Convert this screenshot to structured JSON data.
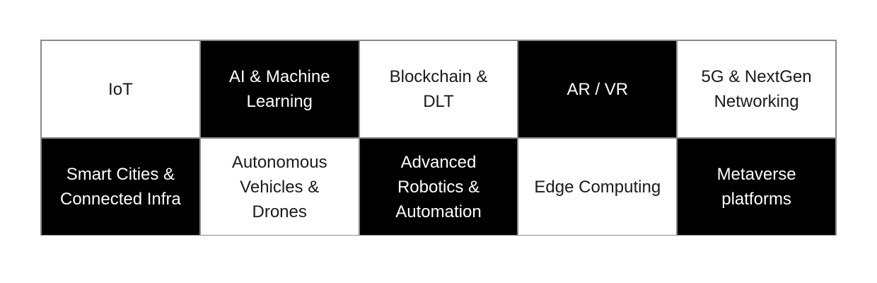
{
  "diagram": {
    "type": "checkerboard-grid",
    "columns": 5,
    "rows": 2,
    "colors": {
      "light_background": "#ffffff",
      "light_text": "#1a1a1a",
      "dark_background": "#000000",
      "dark_text": "#ffffff",
      "border": "#8a8a8a",
      "page_background": "#ffffff"
    },
    "cells": [
      {
        "label": "IoT",
        "style": "light",
        "row": 1,
        "col": 1
      },
      {
        "label": "AI & Machine\nLearning",
        "style": "dark",
        "row": 1,
        "col": 2
      },
      {
        "label": "Blockchain &\nDLT",
        "style": "light",
        "row": 1,
        "col": 3
      },
      {
        "label": "AR / VR",
        "style": "dark",
        "row": 1,
        "col": 4
      },
      {
        "label": "5G & NextGen\nNetworking",
        "style": "light",
        "row": 1,
        "col": 5
      },
      {
        "label": "Smart Cities &\nConnected Infra",
        "style": "dark",
        "row": 2,
        "col": 1
      },
      {
        "label": "Autonomous\nVehicles &\nDrones",
        "style": "light",
        "row": 2,
        "col": 2
      },
      {
        "label": "Advanced\nRobotics &\nAutomation",
        "style": "dark",
        "row": 2,
        "col": 3
      },
      {
        "label": "Edge Computing",
        "style": "light",
        "row": 2,
        "col": 4
      },
      {
        "label": "Metaverse\nplatforms",
        "style": "dark",
        "row": 2,
        "col": 5
      }
    ]
  }
}
